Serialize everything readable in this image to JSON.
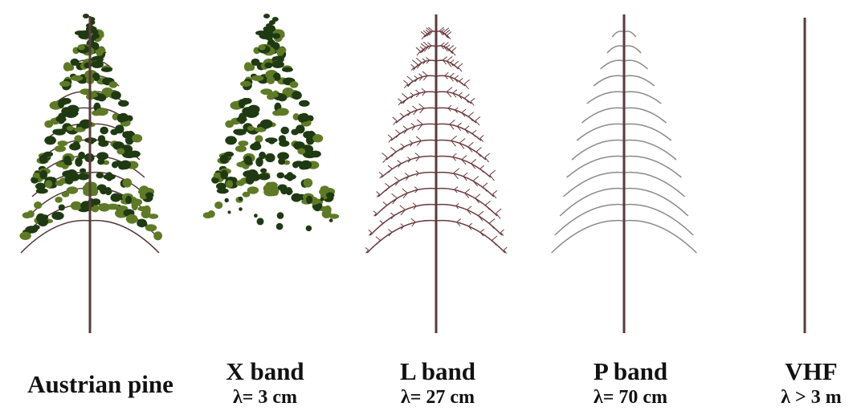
{
  "panels": [
    {
      "id": "austrian-pine",
      "name": "Austrian pine",
      "wavelength": ""
    },
    {
      "id": "x-band",
      "name": "X band",
      "wavelength": "λ= 3 cm"
    },
    {
      "id": "l-band",
      "name": "L band",
      "wavelength": "λ= 27 cm"
    },
    {
      "id": "p-band",
      "name": "P band",
      "wavelength": "λ= 70 cm"
    },
    {
      "id": "vhf",
      "name": "VHF",
      "wavelength": "λ > 3 m"
    }
  ],
  "colors": {
    "trunk": "#5a3a3a",
    "needles_dark": "#1f3a12",
    "needles_light": "#5e7a26",
    "branch_l": "#6b3a3f",
    "branch_p": "#8a8a8a",
    "background": "#ffffff"
  }
}
